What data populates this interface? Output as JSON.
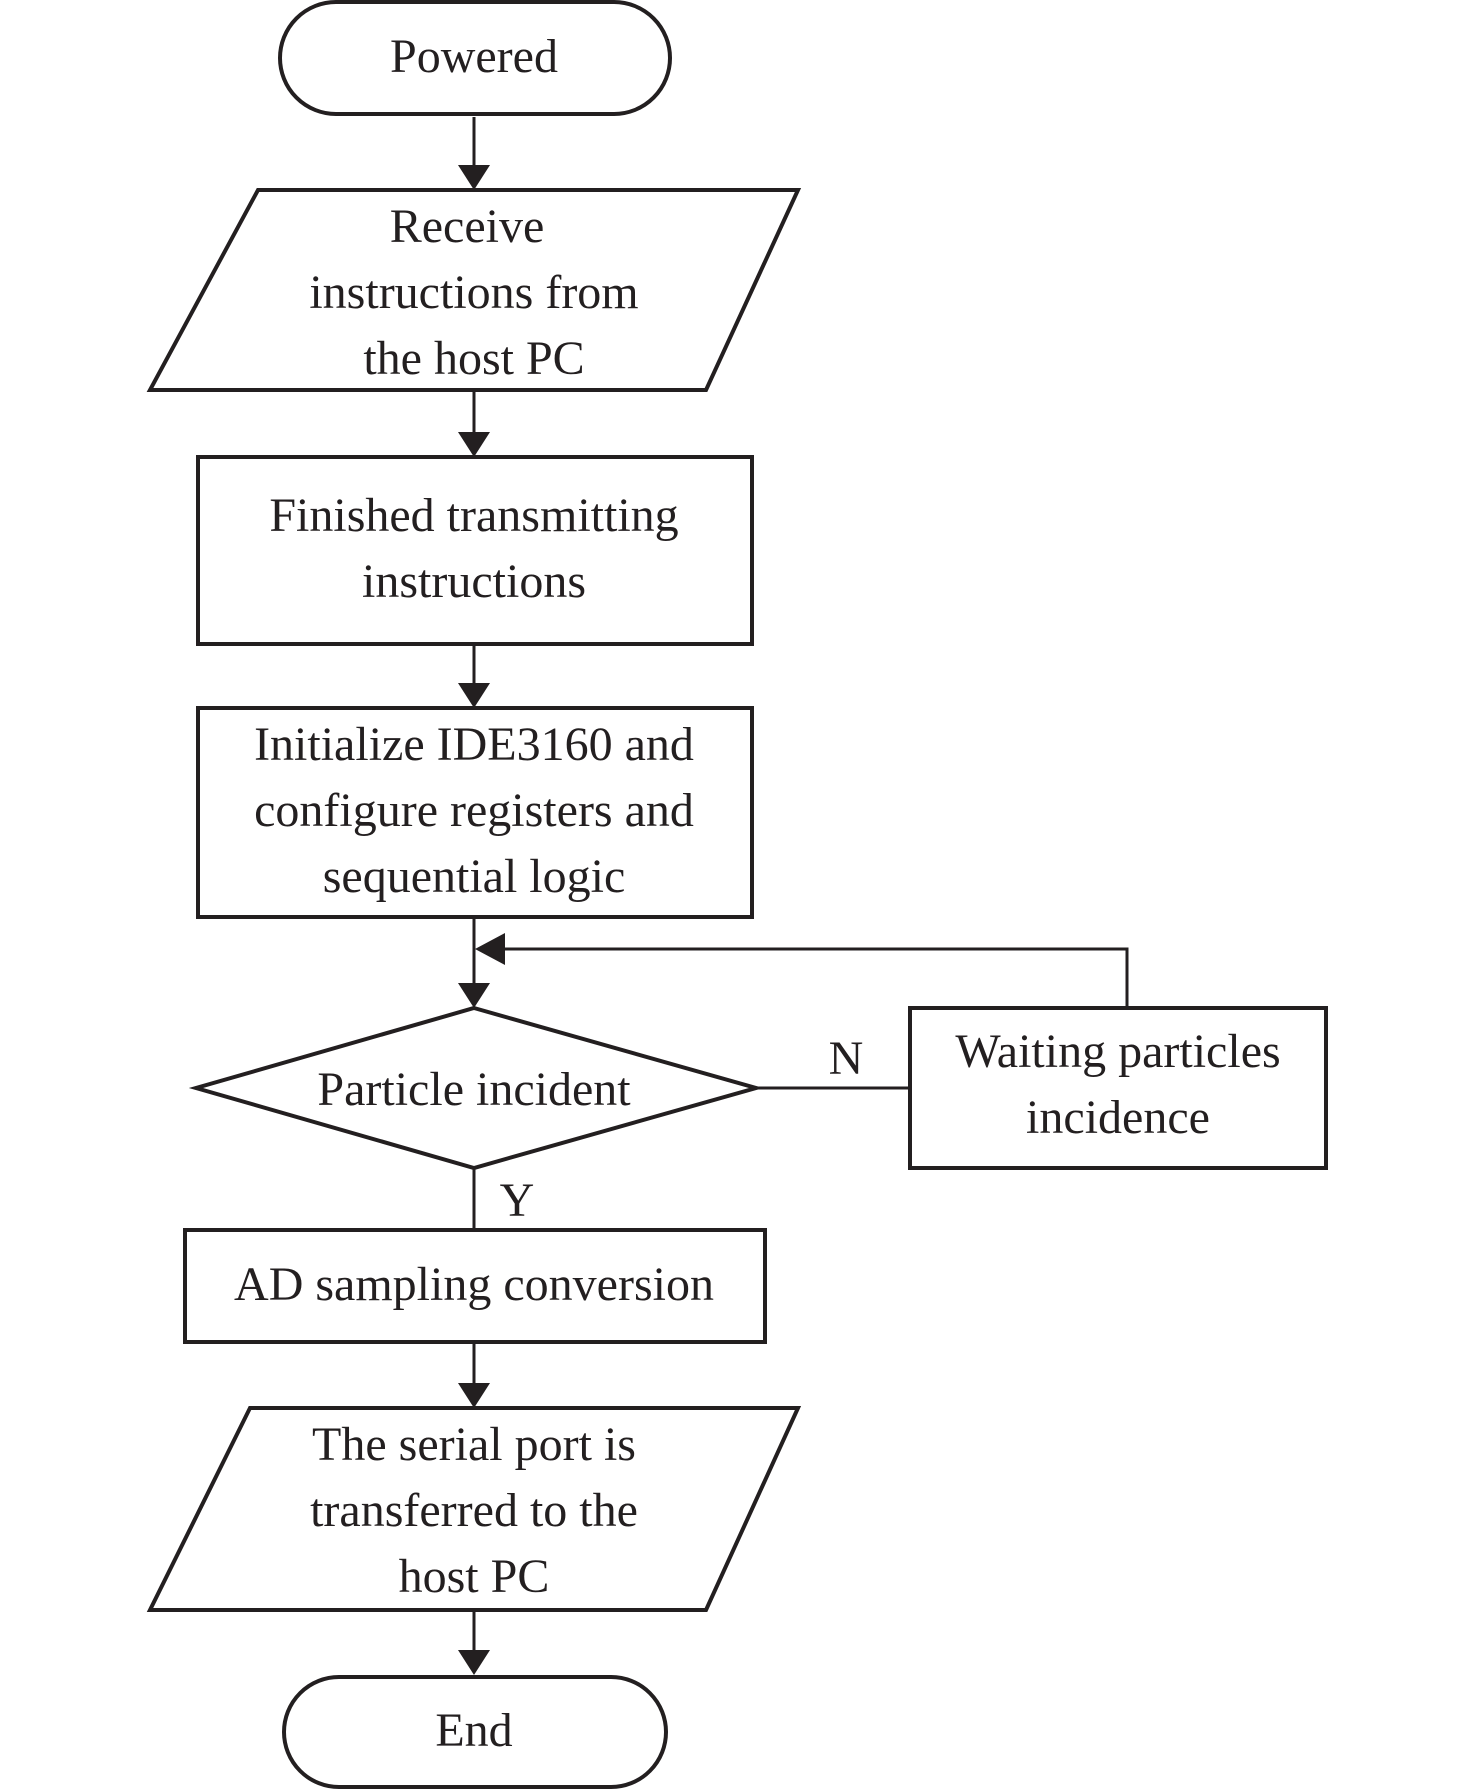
{
  "nodes": {
    "start": {
      "lines": [
        "Powered"
      ]
    },
    "receive": {
      "lines": [
        "Receive",
        "instructions from",
        "the host PC"
      ]
    },
    "finished": {
      "lines": [
        "Finished transmitting",
        "instructions"
      ]
    },
    "initialize": {
      "lines": [
        "Initialize IDE3160 and",
        "configure registers and",
        "sequential logic"
      ]
    },
    "decision": {
      "lines": [
        "Particle incident"
      ]
    },
    "waiting": {
      "lines": [
        "Waiting particles",
        "incidence"
      ]
    },
    "ad": {
      "lines": [
        "AD sampling conversion"
      ]
    },
    "serial": {
      "lines": [
        "The serial port is",
        "transferred to the",
        "host PC"
      ]
    },
    "end": {
      "lines": [
        "End"
      ]
    }
  },
  "edge_labels": {
    "no": "N",
    "yes": "Y"
  },
  "colors": {
    "stroke": "#231f20",
    "background": "#ffffff"
  }
}
